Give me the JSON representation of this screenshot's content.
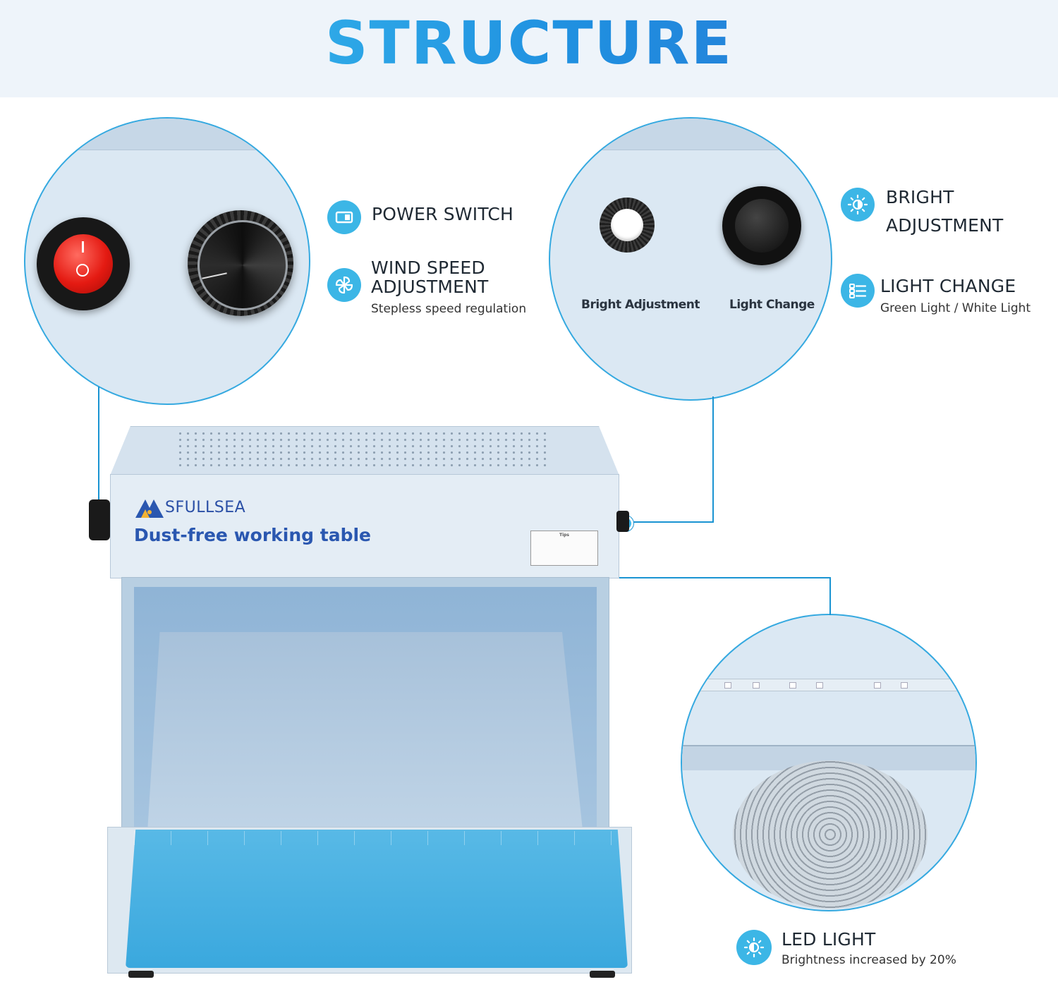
{
  "header": {
    "title": "STRUCTURE"
  },
  "features": {
    "power_switch": {
      "title": "POWER SWITCH"
    },
    "wind_speed": {
      "title_line1": "WIND SPEED",
      "title_line2": "ADJUSTMENT",
      "subtitle": "Stepless speed regulation"
    },
    "bright_adjustment": {
      "title_line1": "BRIGHT",
      "title_line2": "ADJUSTMENT"
    },
    "light_change": {
      "title": "LIGHT CHANGE",
      "subtitle": "Green Light / White Light"
    },
    "led_light": {
      "title": "LED LIGHT",
      "subtitle": "Brightness increased by 20%"
    }
  },
  "closeups": {
    "bright_adjustment_label": "Bright Adjustment",
    "light_change_label": "Light Change"
  },
  "device": {
    "brand": "SFULLSEA",
    "product_name": "Dust-free working table",
    "sticker_title": "Tips"
  },
  "icons": {
    "power_switch": "toggle-switch-icon",
    "wind_speed": "fan-icon",
    "bright_adjustment": "brightness-icon",
    "light_change": "list-toggle-icon",
    "led_light": "sun-icon"
  },
  "colors": {
    "accent": "#3cb6e6",
    "leader_line": "#1a94d2",
    "title_gradient_start": "#41c8f0",
    "title_gradient_end": "#2d6fcf",
    "brand_text": "#2a57b0",
    "mat": "#3aa8de"
  }
}
